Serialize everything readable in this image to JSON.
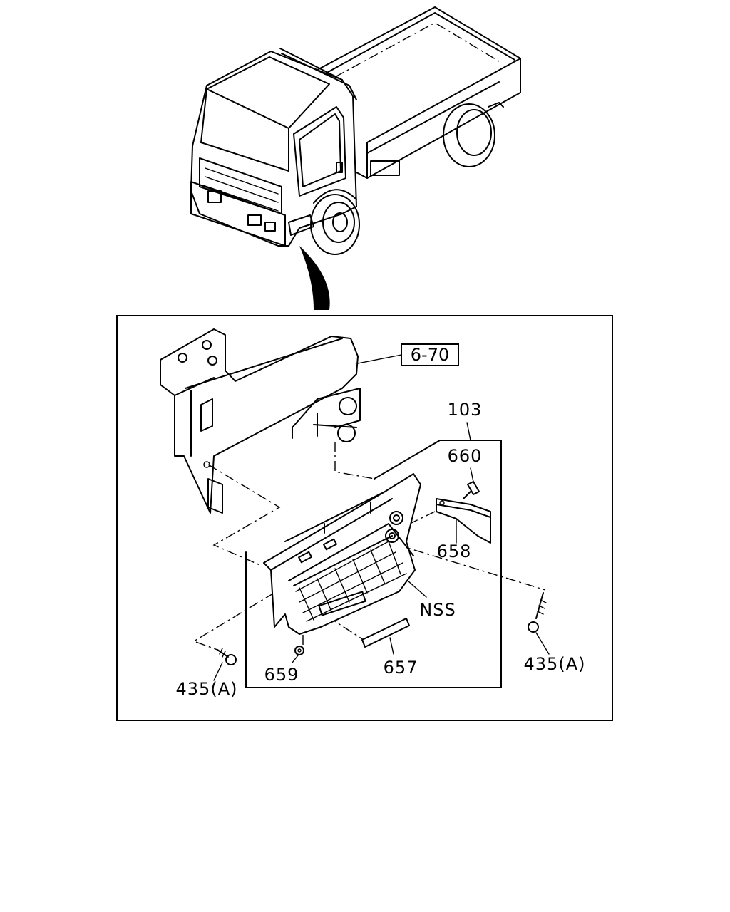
{
  "labels": {
    "ref_6_70": "6-70",
    "l103": "103",
    "l660": "660",
    "l658": "658",
    "lNSS": "NSS",
    "l435a_right": "435(A)",
    "l435a_left": "435(A)",
    "l659": "659",
    "l657": "657"
  }
}
